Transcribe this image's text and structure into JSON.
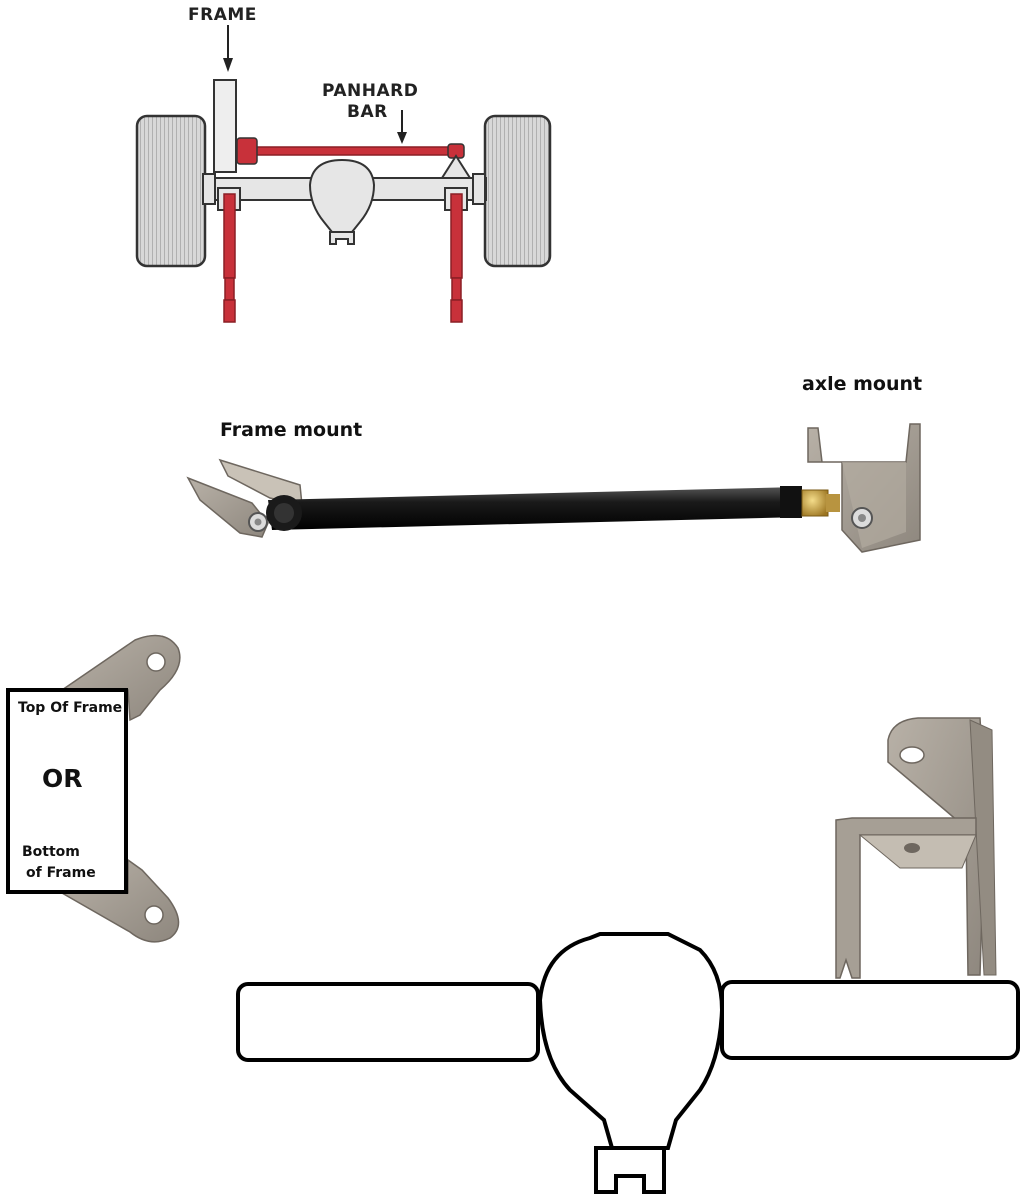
{
  "diagram": {
    "labels": {
      "frame": "FRAME",
      "panhard_line1": "PANHARD",
      "panhard_line2": "BAR"
    }
  },
  "photo": {
    "frame_mount_label": "Frame mount",
    "axle_mount_label": "axle mount"
  },
  "options_box": {
    "top": "Top Of Frame",
    "or": "OR",
    "bottom_line1": "Bottom",
    "bottom_line2": "of Frame"
  },
  "colors": {
    "bar_red": "#c8313a",
    "steel": "#a59e95",
    "tube_black": "#151515",
    "tire_gray": "#d0d0d0",
    "brass": "#c9a23a"
  }
}
